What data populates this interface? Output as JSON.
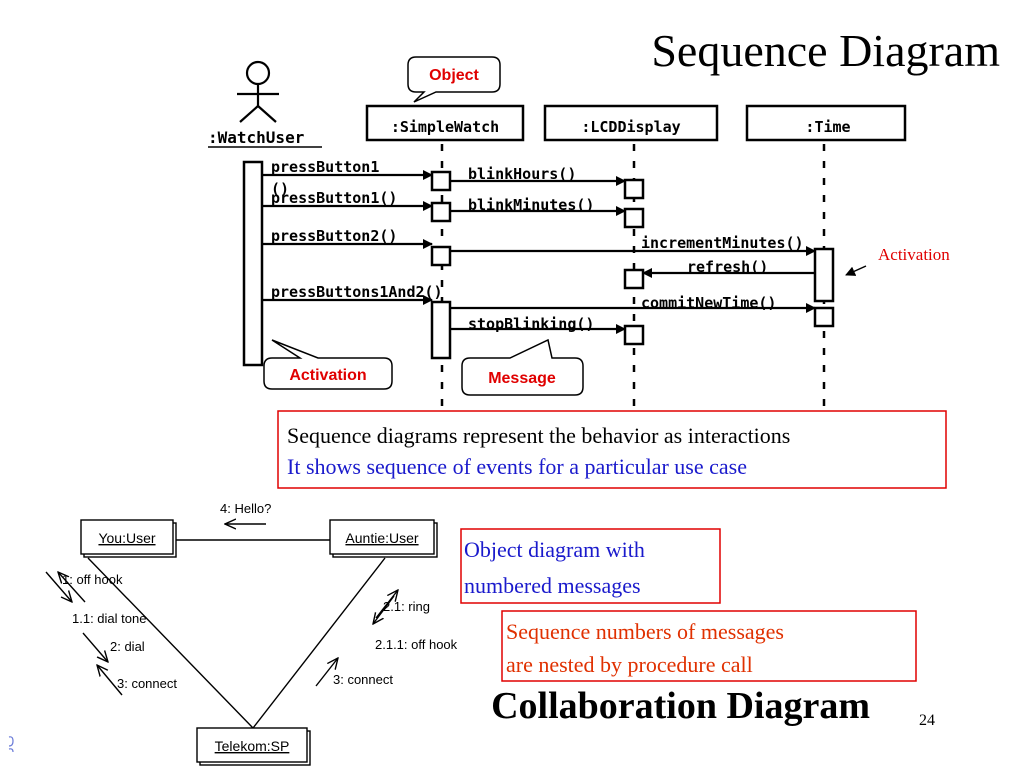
{
  "slide": {
    "title": "Sequence Diagram",
    "page_number": "24",
    "bottom_title": "Collaboration Diagram"
  },
  "sequence": {
    "actor_label": ":WatchUser",
    "objects": [
      ":SimpleWatch",
      ":LCDDisplay",
      ":Time"
    ],
    "messages": [
      "pressButton1",
      "()",
      "pressButton1()",
      "blinkHours()",
      "blinkMinutes()",
      "pressButton2()",
      "incrementMinutes()",
      "refresh()",
      "pressButtons1And2()",
      "commitNewTime()",
      "stopBlinking()"
    ],
    "callouts": {
      "object": "Object",
      "activation": "Activation",
      "message": "Message",
      "activation_side": "Activation"
    },
    "note_line1": "Sequence diagrams represent the behavior as interactions",
    "note_line2": "It shows sequence of events for a particular use case"
  },
  "collaboration": {
    "nodes": [
      "You:User",
      "Auntie:User",
      "Telekom:SP"
    ],
    "messages": [
      "4: Hello?",
      "1: off hook",
      "1.1: dial tone",
      "2: dial",
      "3: connect",
      "2.1: ring",
      "2.1.1: off hook",
      "3: connect"
    ],
    "note_object_line1": "Object diagram with",
    "note_object_line2": "numbered messages",
    "note_nested_line1": "Sequence numbers of  messages",
    "note_nested_line2": "are nested by procedure call"
  },
  "colors": {
    "callout_text": "#e00000",
    "note_border": "#e00000",
    "blue_text": "#1a1acc",
    "red_text": "#e03000",
    "ink": "#000000"
  }
}
